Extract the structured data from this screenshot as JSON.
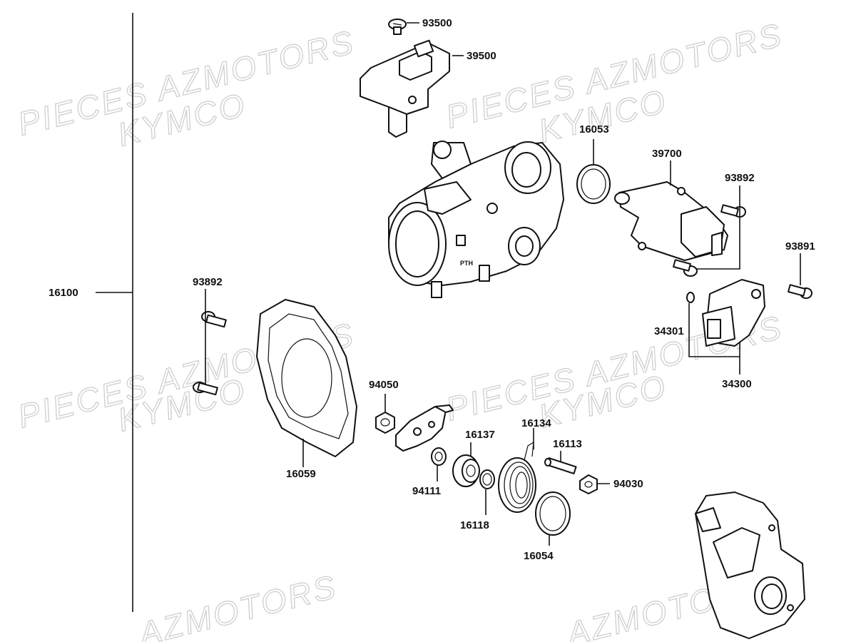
{
  "watermark": {
    "pieces_azmotors": "PIECES AZMOTORS",
    "kymco": "KYMCO",
    "azmotors": "AZMOTORS"
  },
  "labels": {
    "p93500": "93500",
    "p39500": "39500",
    "p16053": "16053",
    "p39700": "39700",
    "p93892a": "93892",
    "p93891": "93891",
    "p16100": "16100",
    "p93892b": "93892",
    "p34301": "34301",
    "p34300": "34300",
    "p94050": "94050",
    "p16137": "16137",
    "p16134": "16134",
    "p16113": "16113",
    "p16059": "16059",
    "p94111": "94111",
    "p94030": "94030",
    "p16118": "16118",
    "p16054": "16054"
  }
}
